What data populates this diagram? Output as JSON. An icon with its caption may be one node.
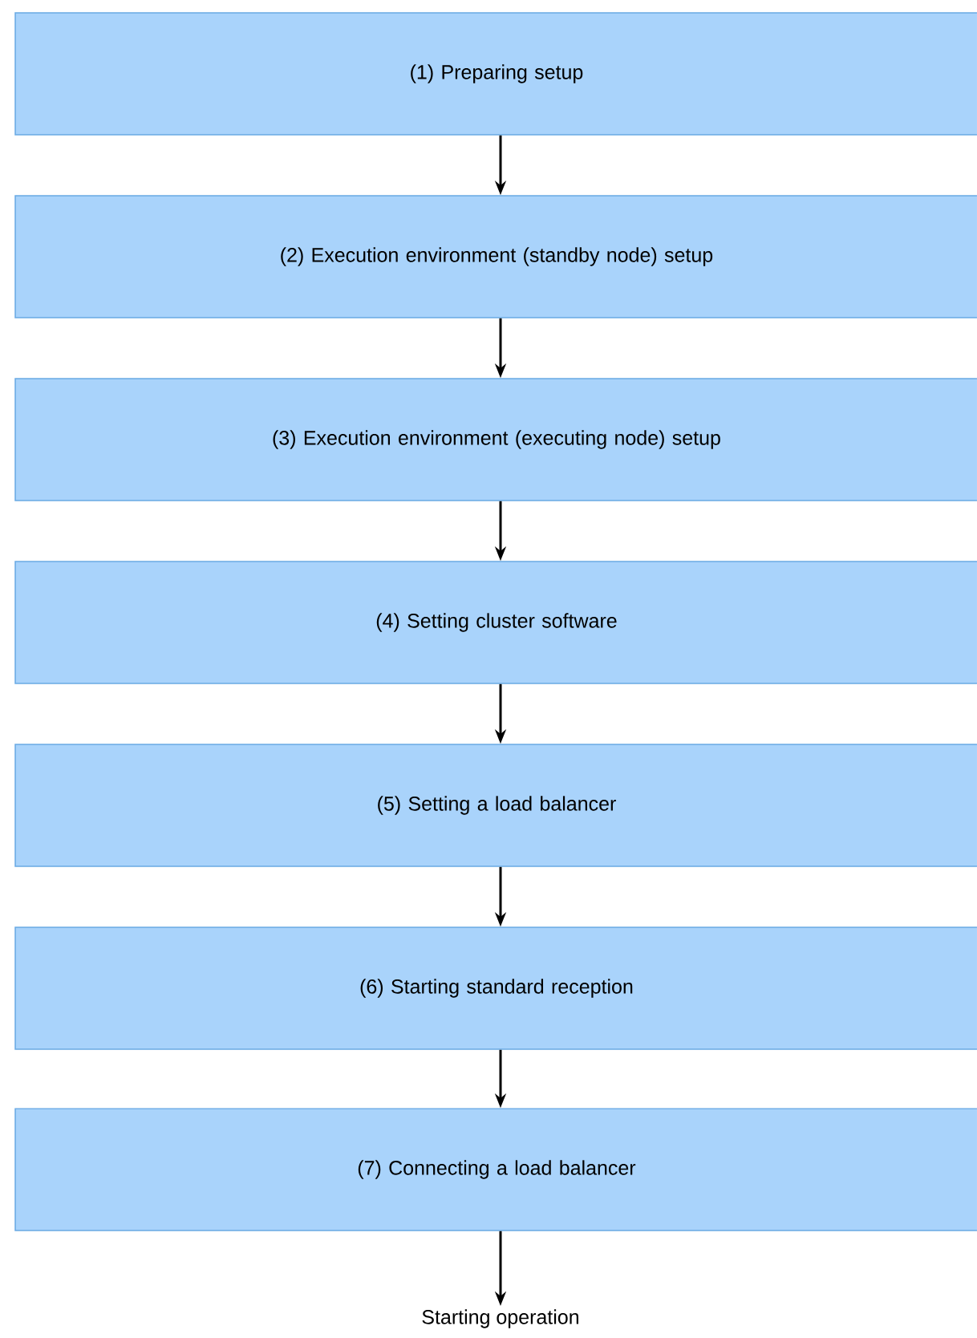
{
  "diagram": {
    "nodes": [
      {
        "text": [
          "(1) Preparing setup"
        ]
      },
      {
        "text": [
          "(2) Execution environment (standby node) setup"
        ]
      },
      {
        "text": [
          "(3) Execution environment (executing node) setup"
        ]
      },
      {
        "text": [
          "(4) Setting cluster software"
        ]
      },
      {
        "text": [
          "(5) Setting a load balancer"
        ]
      },
      {
        "text": [
          "(6) Starting standard reception"
        ]
      },
      {
        "text": [
          "(7) Connecting a load balancer"
        ]
      },
      {
        "text": [
          "Starting operation"
        ]
      }
    ],
    "edges": [
      {
        "from": 0,
        "to": 1,
        "arrow": "to"
      },
      {
        "from": 1,
        "to": 2,
        "arrow": "to"
      },
      {
        "from": 2,
        "to": 3,
        "arrow": "to"
      },
      {
        "from": 3,
        "to": 4,
        "arrow": "to"
      },
      {
        "from": 4,
        "to": 5,
        "arrow": "to"
      },
      {
        "from": 5,
        "to": 6,
        "arrow": "to"
      },
      {
        "from": 6,
        "to": 7,
        "arrow": "to"
      }
    ]
  }
}
